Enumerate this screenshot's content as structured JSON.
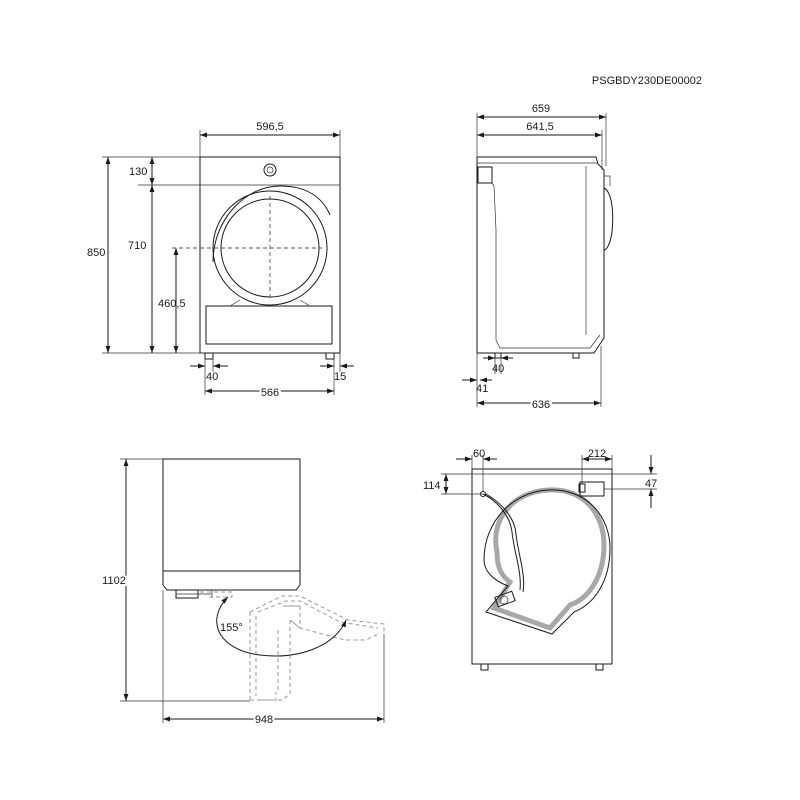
{
  "doc_code": "PSGBDY230DE00002",
  "front_view": {
    "width": "596,5",
    "top_offset": "130",
    "total_height": "850",
    "body_height": "710",
    "door_center_height": "460,5",
    "left_foot_offset": "40",
    "right_foot_offset": "15",
    "feet_span": "566"
  },
  "side_view": {
    "total_depth": "659",
    "body_depth_with_door": "641,5",
    "foot_offset": "40",
    "rear_offset": "41",
    "base_depth": "636"
  },
  "door_open_view": {
    "total_height": "1102",
    "total_width": "948",
    "door_angle": "155°"
  },
  "rear_view": {
    "left_outlet_offset": "60",
    "right_outlet_offset": "212",
    "left_outlet_height": "114",
    "right_outlet_height": "47"
  }
}
